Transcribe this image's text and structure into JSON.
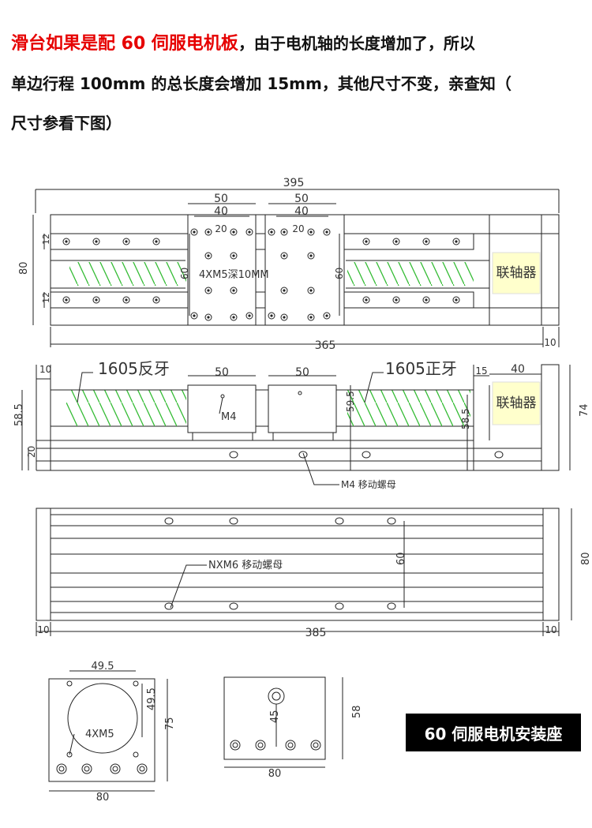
{
  "header": {
    "line1_red": "滑台如果是配 60 伺服电机板",
    "line1_rest": "，由于电机轴的长度增加了，所以",
    "line2": "单边行程 100mm 的总长度会增加 15mm，其他尺寸不变，亲查知（",
    "line3": "尺寸参看下图）"
  },
  "top_view": {
    "dim_total_width": "395",
    "dim_carriage_1": "50",
    "dim_carriage_2": "50",
    "dim_hole_spacing_1": "40",
    "dim_hole_spacing_2": "40",
    "dim_inner_1": "20",
    "dim_inner_2": "20",
    "dim_height": "80",
    "dim_rail_top": "12",
    "dim_rail_bottom": "12",
    "dim_carriage_height_1": "60",
    "dim_carriage_height_2": "60",
    "label_screw_holes": "4XM5深10MM",
    "label_coupling": "联轴器",
    "dim_stroke": "365",
    "dim_end": "10"
  },
  "side_view": {
    "dim_end_left": "10",
    "label_screw_left": "1605反牙",
    "label_screw_right": "1605正牙",
    "dim_carriage_1": "50",
    "dim_carriage_2": "50",
    "dim_motor_plate": "15",
    "dim_coupling": "40",
    "label_coupling": "联轴器",
    "label_m4": "M4",
    "dim_left_height": "58.5",
    "dim_base": "20",
    "dim_mid_1": "59.5",
    "dim_mid_2": "58.5",
    "dim_total_height": "74",
    "label_m4_nut": "M4 移动螺母"
  },
  "bottom_view": {
    "label_nxm6": "NXM6 移动螺母",
    "dim_hole_vertical": "60",
    "dim_height": "80",
    "dim_end_left": "10",
    "dim_length": "385",
    "dim_end_right": "10"
  },
  "motor_plate": {
    "dim_hole_spacing_h": "49.5",
    "dim_hole_spacing_v": "49.5",
    "dim_height": "75",
    "label_holes": "4XM5",
    "dim_width": "80"
  },
  "end_plate": {
    "dim_center": "45",
    "dim_height": "58",
    "dim_width": "80"
  },
  "badge": {
    "text": "60 伺服电机安装座"
  },
  "colors": {
    "header_red": "#e60000",
    "screw_green": "#33bb33",
    "coupling_fill": "#ffffcc",
    "line": "#222222",
    "badge_bg": "#000000"
  }
}
